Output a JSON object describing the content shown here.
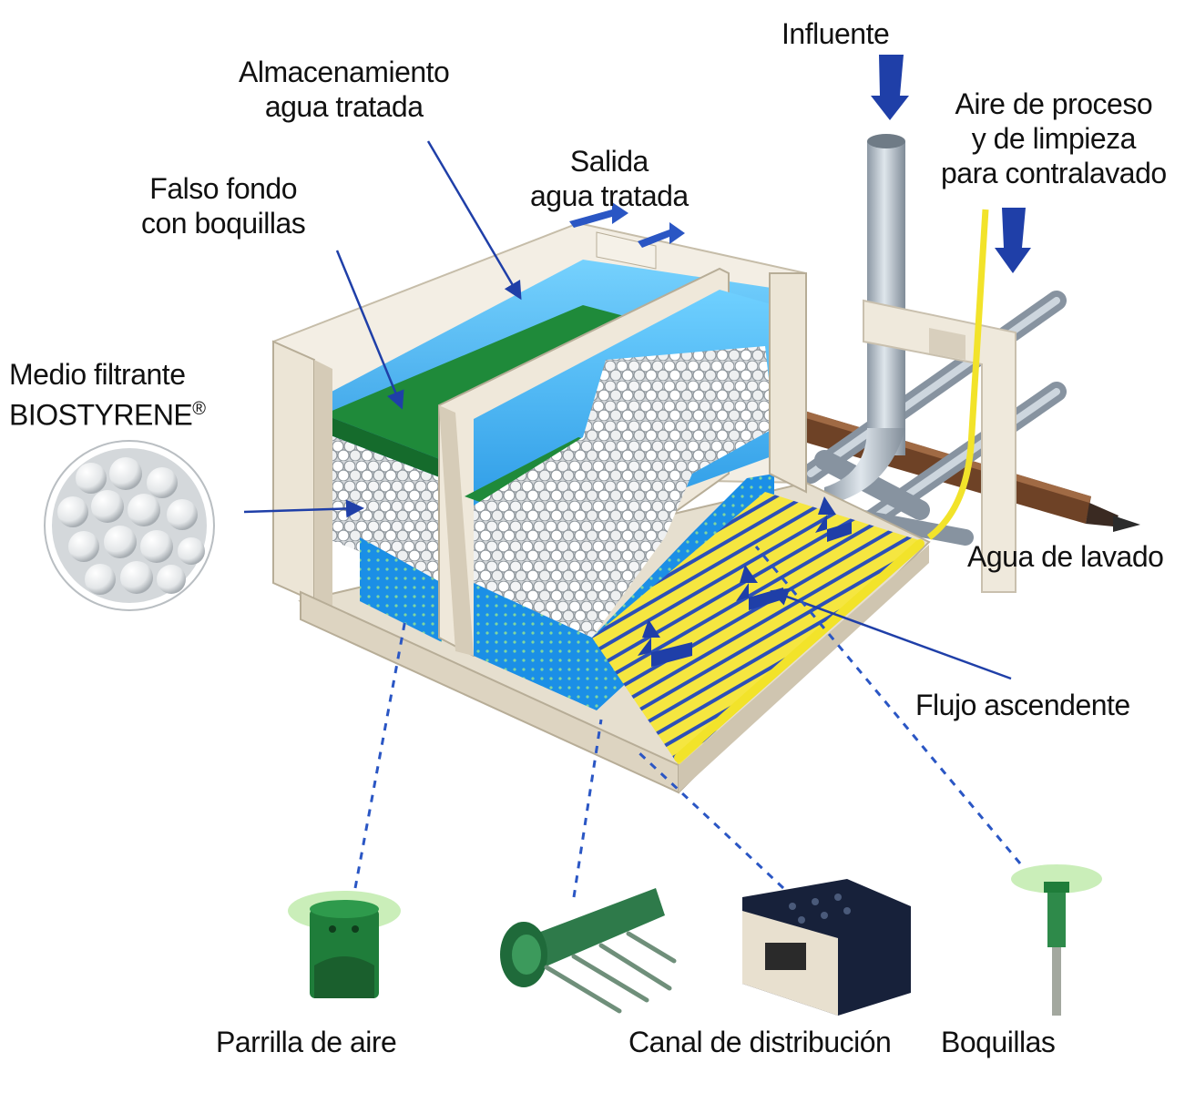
{
  "labels": {
    "influente": "Influente",
    "almacenamiento": [
      "Almacenamiento",
      "agua tratada"
    ],
    "salida": [
      "Salida",
      "agua tratada"
    ],
    "aire": [
      "Aire de proceso",
      "y de limpieza",
      "para contralavado"
    ],
    "falso_fondo": [
      "Falso fondo",
      "con boquillas"
    ],
    "medio": [
      "Medio filtrante",
      "BIOSTYRENE"
    ],
    "registered_mark": "®",
    "agua_lavado": "Agua de lavado",
    "flujo": "Flujo ascendente",
    "parrilla": "Parrilla de aire",
    "canal": "Canal de distribución",
    "boquillas": "Boquillas"
  },
  "colors": {
    "water": "#1e8fe0",
    "media_green": "#1f8a3a",
    "nozzle_yellow": "#f2e32a",
    "concrete": "#e9e1d2",
    "arrow_blue": "#1f3fa8",
    "pipe_grey": "#a9b4bf",
    "wash_pipe": "#7a4a2a"
  }
}
